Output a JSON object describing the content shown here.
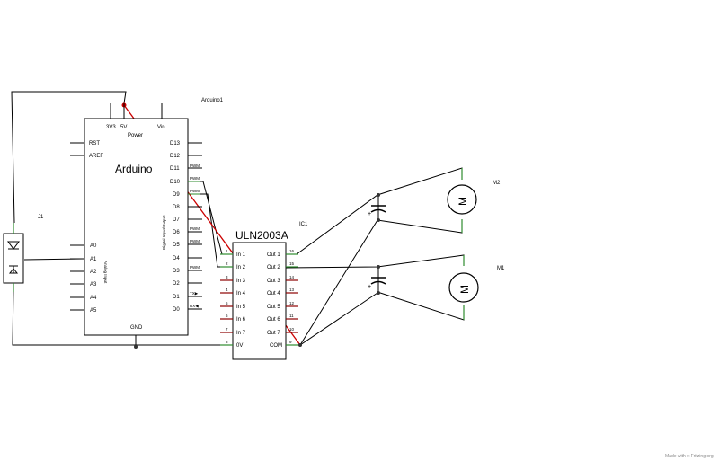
{
  "arduino": {
    "ref": "Arduino1",
    "title": "Arduino",
    "power_label": "Power",
    "top_pins": [
      "3V3",
      "5V",
      "Vin"
    ],
    "left_pins": [
      "RST",
      "AREF"
    ],
    "analog_pins": [
      "A0",
      "A1",
      "A2",
      "A3",
      "A4",
      "A5"
    ],
    "analog_group": "Analog Input",
    "digital_pins": [
      "D13",
      "D12",
      "D11",
      "D10",
      "D9",
      "D8",
      "D7",
      "D6",
      "D5",
      "D4",
      "D3",
      "D2",
      "D1",
      "D0"
    ],
    "digital_tags": [
      "",
      "",
      "PWM",
      "PWM",
      "PWM",
      "",
      "",
      "PWM",
      "PWM",
      "",
      "PWM",
      "",
      "TX▶",
      "RX◀"
    ],
    "digital_group": "Digital Input/Output",
    "gnd": "GND"
  },
  "ic": {
    "ref": "IC1",
    "title": "ULN2003A",
    "left_pins": [
      "In 1",
      "In 2",
      "In 3",
      "In 4",
      "In 5",
      "In 6",
      "In 7",
      "0V"
    ],
    "left_nums": [
      "1",
      "2",
      "3",
      "4",
      "5",
      "6",
      "7",
      "8"
    ],
    "right_pins": [
      "Out 1",
      "Out 2",
      "Out 3",
      "Out 4",
      "Out 5",
      "Out 6",
      "Out 7",
      "COM"
    ],
    "right_nums": [
      "16",
      "15",
      "14",
      "13",
      "12",
      "11",
      "10",
      "9"
    ]
  },
  "j1": {
    "ref": "J1"
  },
  "motors": [
    {
      "ref": "M2",
      "symbol": "M"
    },
    {
      "ref": "M1",
      "symbol": "M"
    }
  ],
  "capacitor_plus": "+",
  "footer": "Made with □ Fritzing.org",
  "colors": {
    "wire": "#000000",
    "red_wire": "#cc0000",
    "green_pin": "#2e8b2e",
    "dark_red_pin": "#8b0000"
  }
}
